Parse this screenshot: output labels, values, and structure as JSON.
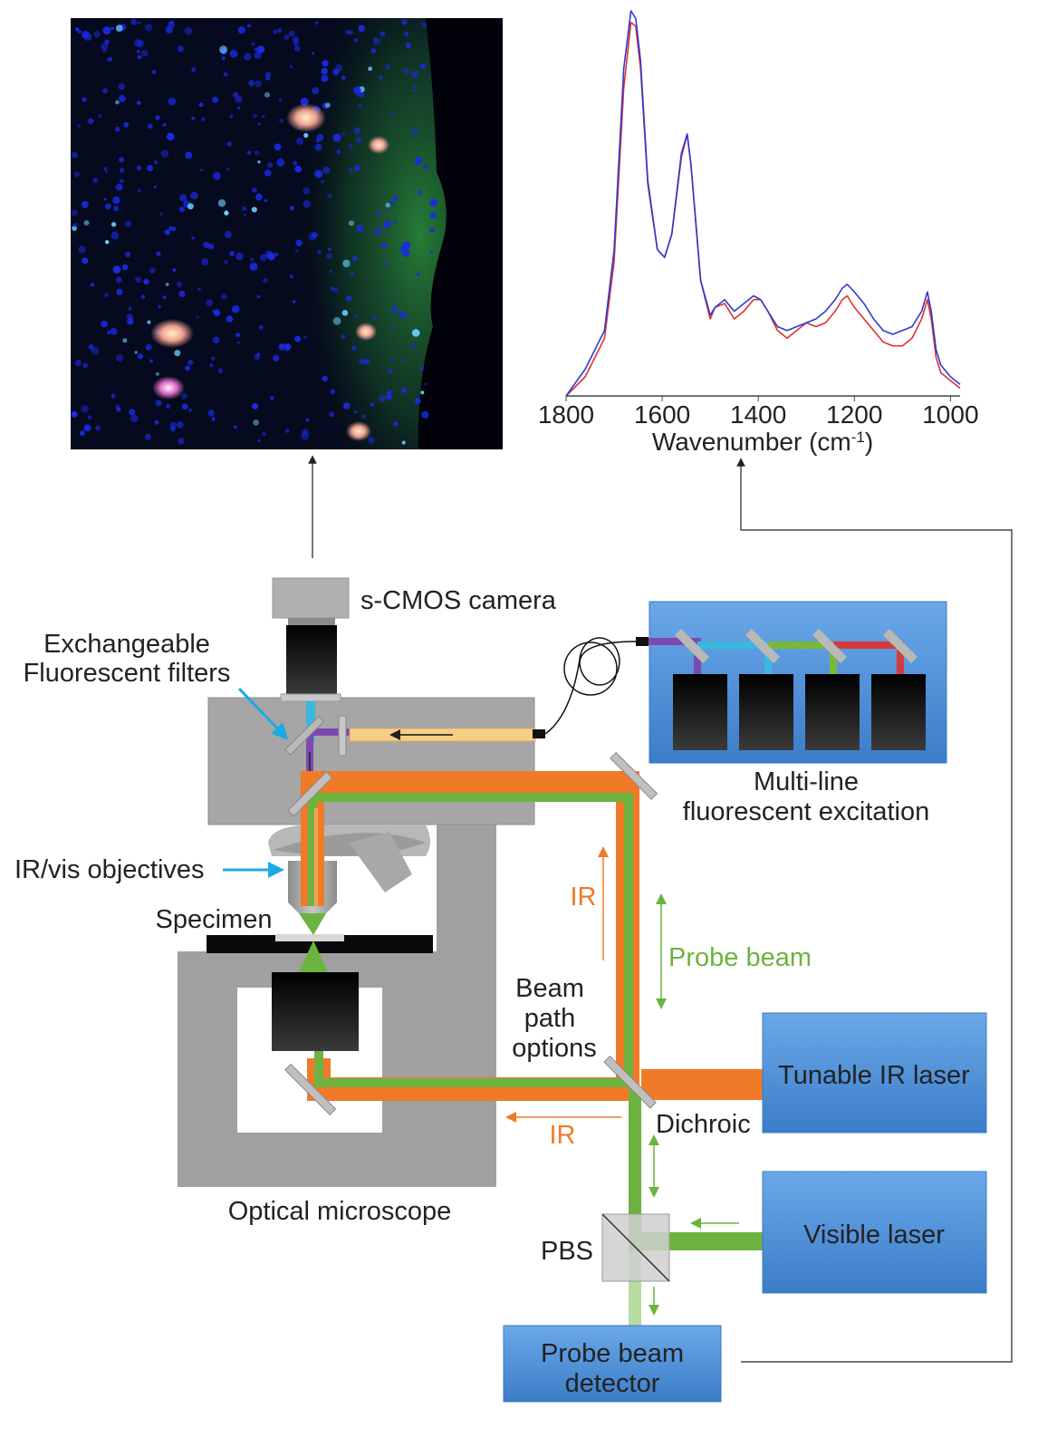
{
  "labels": {
    "camera": "s-CMOS camera",
    "filters_1": "Exchangeable",
    "filters_2": "Fluorescent filters",
    "objectives": "IR/vis objectives",
    "specimen": "Specimen",
    "microscope": "Optical microscope",
    "multiline_1": "Multi-line",
    "multiline_2": "fluorescent excitation",
    "ir_upper": "IR",
    "ir_lower": "IR",
    "probe_beam": "Probe beam",
    "beam_path_1": "Beam",
    "beam_path_2": "path",
    "beam_path_3": "options",
    "dichroic": "Dichroic",
    "tunable_ir": "Tunable IR laser",
    "visible_laser": "Visible laser",
    "pbs": "PBS",
    "detector_1": "Probe beam",
    "detector_2": "detector"
  },
  "colors": {
    "ir_beam": "#F07A28",
    "probe_beam": "#6DB33F",
    "box_blue": "#4A90D9",
    "microscope_gray": "#9E9E9E",
    "cyan_arrow": "#1AAAE8",
    "spectrum_red": "#E03030",
    "spectrum_blue": "#2B3BD0"
  },
  "chart_data": {
    "type": "line",
    "xlabel": "Wavenumber (cm-1)",
    "x_ticks": [
      1800,
      1600,
      1400,
      1200,
      1000
    ],
    "xlim": [
      1800,
      980
    ],
    "x_reversed": true,
    "series": [
      {
        "color": "red",
        "x": [
          1800,
          1760,
          1720,
          1700,
          1680,
          1665,
          1655,
          1645,
          1630,
          1610,
          1595,
          1580,
          1560,
          1548,
          1540,
          1520,
          1500,
          1490,
          1470,
          1450,
          1430,
          1410,
          1395,
          1380,
          1360,
          1340,
          1320,
          1300,
          1280,
          1260,
          1240,
          1225,
          1215,
          1200,
          1180,
          1160,
          1140,
          1120,
          1100,
          1080,
          1060,
          1048,
          1040,
          1030,
          1020,
          1000,
          980
        ],
        "y": [
          0.0,
          0.05,
          0.15,
          0.35,
          0.8,
          0.97,
          0.96,
          0.85,
          0.55,
          0.38,
          0.36,
          0.42,
          0.62,
          0.68,
          0.6,
          0.3,
          0.2,
          0.23,
          0.24,
          0.2,
          0.22,
          0.25,
          0.25,
          0.22,
          0.17,
          0.15,
          0.17,
          0.19,
          0.18,
          0.19,
          0.22,
          0.25,
          0.26,
          0.23,
          0.2,
          0.17,
          0.14,
          0.13,
          0.13,
          0.15,
          0.2,
          0.25,
          0.2,
          0.1,
          0.06,
          0.04,
          0.02
        ]
      },
      {
        "color": "blue",
        "x": [
          1800,
          1760,
          1720,
          1700,
          1680,
          1665,
          1655,
          1645,
          1630,
          1610,
          1595,
          1580,
          1560,
          1548,
          1540,
          1520,
          1500,
          1490,
          1470,
          1450,
          1430,
          1410,
          1395,
          1380,
          1360,
          1340,
          1320,
          1300,
          1280,
          1260,
          1240,
          1225,
          1215,
          1200,
          1180,
          1160,
          1140,
          1120,
          1100,
          1080,
          1060,
          1048,
          1040,
          1030,
          1020,
          1000,
          980
        ],
        "y": [
          0.0,
          0.07,
          0.17,
          0.38,
          0.85,
          1.0,
          0.98,
          0.87,
          0.56,
          0.38,
          0.36,
          0.42,
          0.63,
          0.68,
          0.6,
          0.3,
          0.21,
          0.23,
          0.25,
          0.22,
          0.24,
          0.26,
          0.25,
          0.22,
          0.18,
          0.17,
          0.18,
          0.19,
          0.2,
          0.22,
          0.25,
          0.28,
          0.29,
          0.27,
          0.24,
          0.2,
          0.17,
          0.16,
          0.17,
          0.18,
          0.22,
          0.27,
          0.22,
          0.12,
          0.08,
          0.05,
          0.03
        ]
      }
    ]
  }
}
